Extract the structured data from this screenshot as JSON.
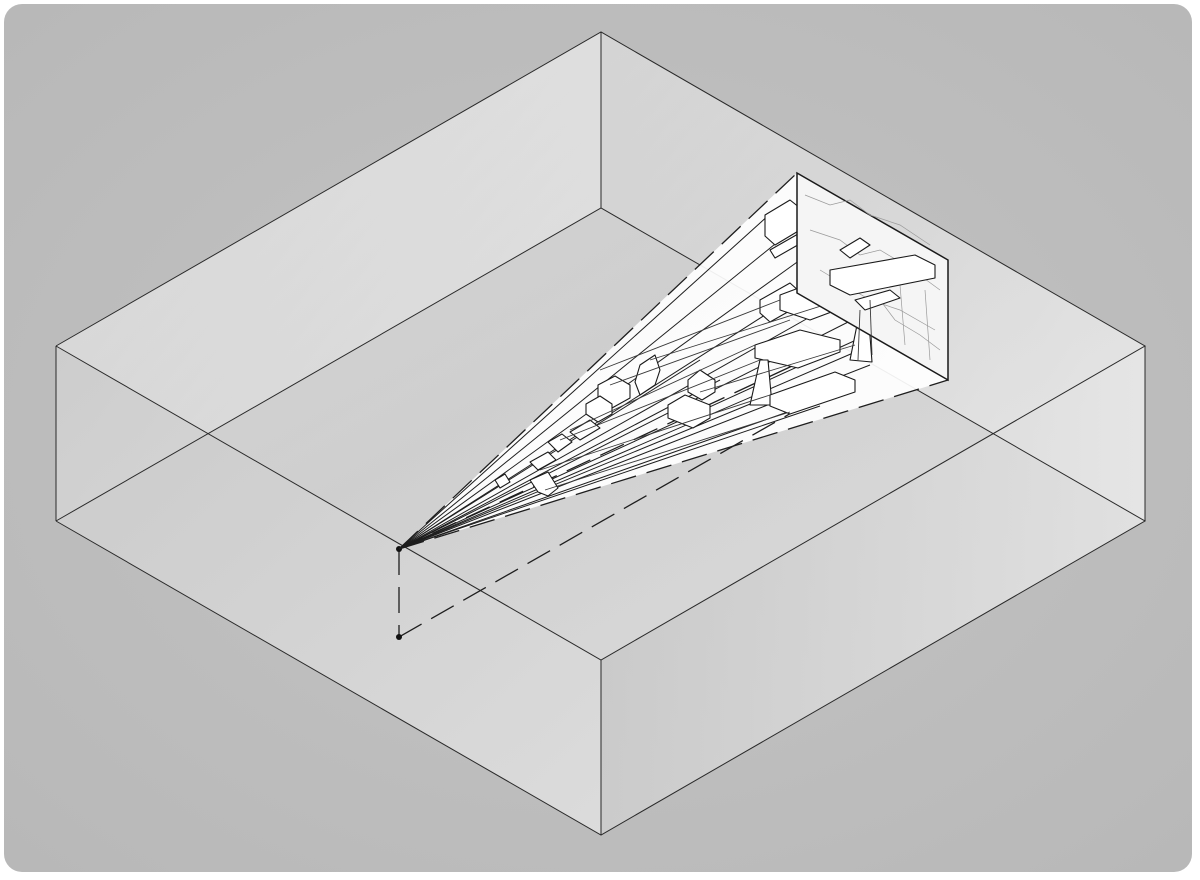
{
  "colors": {
    "background": "#bebebe",
    "box_face_light": "#eeeeee",
    "box_face_dark": "#c6c6c6",
    "line": "#1e1e1e",
    "cone_fill": "#ffffff"
  },
  "diagram": {
    "kind": "isometric perspective projection",
    "elements": [
      "room-box",
      "viewpoint",
      "view-cone",
      "picture-plane",
      "projected-objects"
    ]
  }
}
